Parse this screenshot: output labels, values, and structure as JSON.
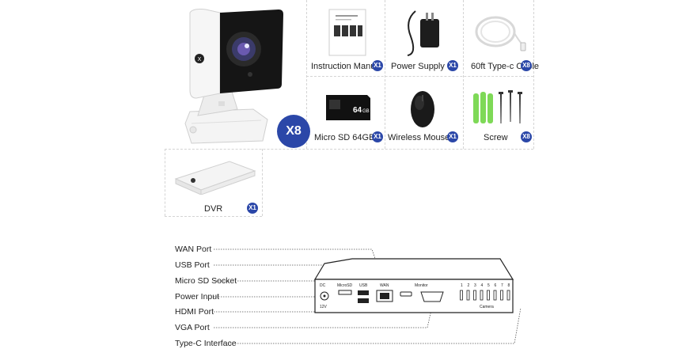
{
  "products": {
    "camera": {
      "badge": "X8"
    },
    "manual": {
      "label": "Instruction Manual",
      "badge": "X1"
    },
    "power_supply": {
      "label": "Power Supply",
      "badge": "X1"
    },
    "cable": {
      "label": "60ft Type-c Cable",
      "badge": "X8"
    },
    "sd_card": {
      "label": "Micro SD 64GB",
      "badge": "X1",
      "print": "64",
      "print_unit": "GB"
    },
    "mouse": {
      "label": "Wireless Mouse",
      "badge": "X1"
    },
    "screw": {
      "label": "Screw",
      "badge": "X8"
    },
    "dvr": {
      "label": "DVR",
      "badge": "X1"
    }
  },
  "diagram": {
    "ports": [
      "WAN Port",
      "USB Port",
      "Micro SD Socket",
      "Power Input",
      "HDMI Port",
      "VGA Port",
      "Type-C Interface"
    ],
    "panel": {
      "dc": "DC",
      "dc_volt": "12V",
      "microsd": "MicroSD",
      "usb": "USB",
      "wan": "WAN",
      "monitor": "Monitor",
      "camera": "Camera",
      "channels": [
        "1",
        "2",
        "3",
        "4",
        "5",
        "6",
        "7",
        "8"
      ]
    }
  },
  "colors": {
    "badge": "#2b47a8",
    "screw_anchor": "#7ed957"
  }
}
